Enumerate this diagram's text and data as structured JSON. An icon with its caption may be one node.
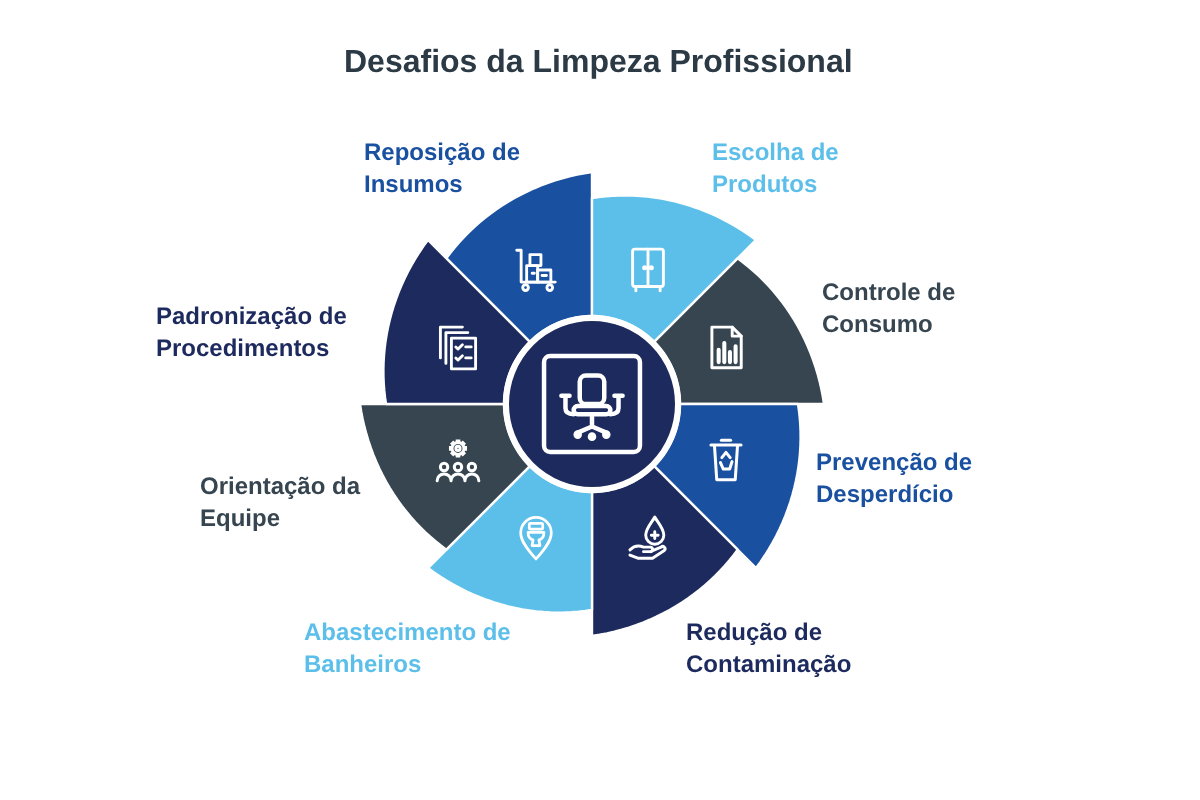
{
  "diagram": {
    "title": "Desafios da Limpeza Profissional",
    "nodes": [
      {
        "text": [
          "Reposição de Insumos"
        ]
      },
      {
        "text": [
          "Escolha de Produtos"
        ]
      },
      {
        "text": [
          "Controle de Consumo"
        ]
      },
      {
        "text": [
          "Prevenção de Desperdício"
        ]
      },
      {
        "text": [
          "Redução de Contaminação"
        ]
      },
      {
        "text": [
          "Abastecimento de Banheiros"
        ]
      },
      {
        "text": [
          "Orientação da Equipe"
        ]
      },
      {
        "text": [
          "Padronização de Procedimentos"
        ]
      },
      {
        "text": [],
        "shape": "circle"
      }
    ]
  }
}
